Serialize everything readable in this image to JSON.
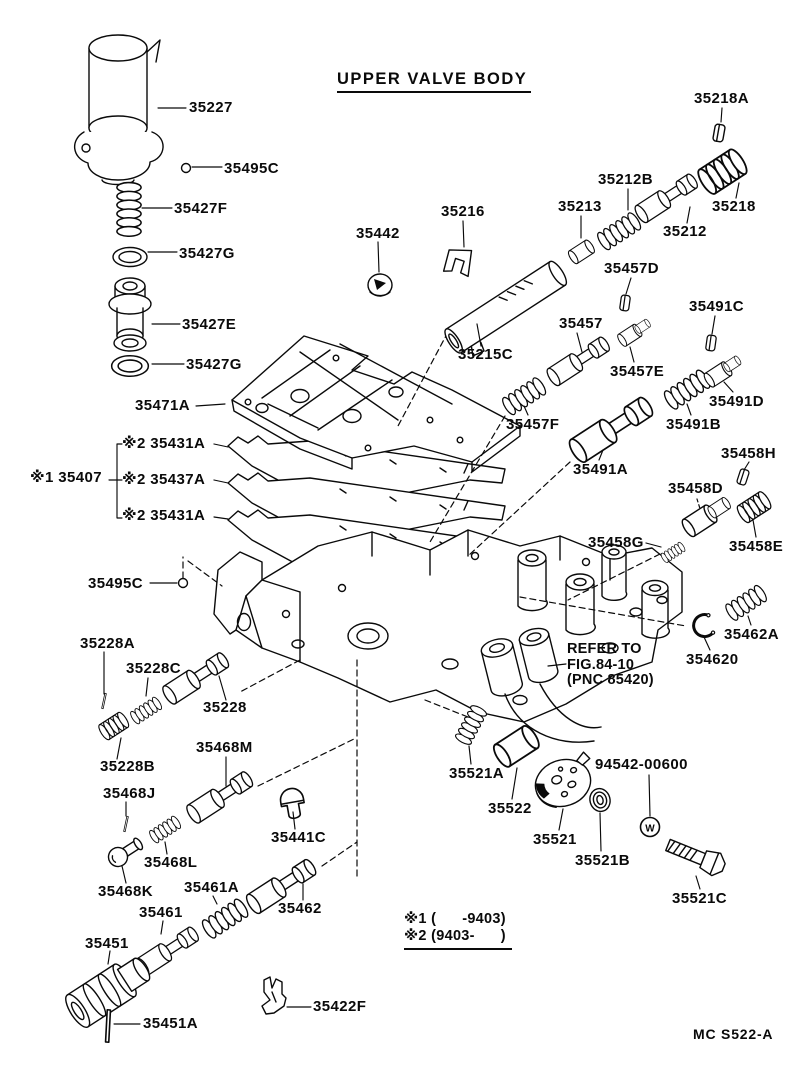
{
  "title": "UPPER VALVE BODY",
  "doc_code": "MC S522-A",
  "refer_note": "REFER TO\nFIG.84-10\n(PNC 85420)",
  "notes": "※1 (      -9403)\n※2 (9403-      )",
  "washer_symbol": "W",
  "line_color": "#0a0a0a",
  "labels": {
    "l35227": "35227",
    "l35495C_1": "35495C",
    "l35427F": "35427F",
    "l35427G_1": "35427G",
    "l35427E": "35427E",
    "l35427G_2": "35427G",
    "l35471A": "35471A",
    "l35431A_1": "※2 35431A",
    "l35437A": "※2 35437A",
    "l35431A_2": "※2 35431A",
    "l35407": "※1 35407",
    "l35495C_2": "35495C",
    "l35228A": "35228A",
    "l35228C": "35228C",
    "l35228": "35228",
    "l35228B": "35228B",
    "l35468M": "35468M",
    "l35468J": "35468J",
    "l35441C": "35441C",
    "l35468L": "35468L",
    "l35468K": "35468K",
    "l35461A": "35461A",
    "l35461": "35461",
    "l35451": "35451",
    "l35462": "35462",
    "l35451A": "35451A",
    "l35422F": "35422F",
    "l35442": "35442",
    "l35216": "35216",
    "l35215C": "35215C",
    "l35213": "35213",
    "l35212B": "35212B",
    "l35212": "35212",
    "l35218": "35218",
    "l35218A": "35218A",
    "l35457D": "35457D",
    "l35457": "35457",
    "l35457E": "35457E",
    "l35491C": "35491C",
    "l35457F": "35457F",
    "l35491D": "35491D",
    "l35491B": "35491B",
    "l35491A": "35491A",
    "l35458H": "35458H",
    "l35458D": "35458D",
    "l35458G": "35458G",
    "l35458E": "35458E",
    "l35462A": "35462A",
    "l354620": "354620",
    "l94542": "94542-00600",
    "l35521A": "35521A",
    "l35522": "35522",
    "l35521": "35521",
    "l35521B": "35521B",
    "l35521C": "35521C"
  }
}
